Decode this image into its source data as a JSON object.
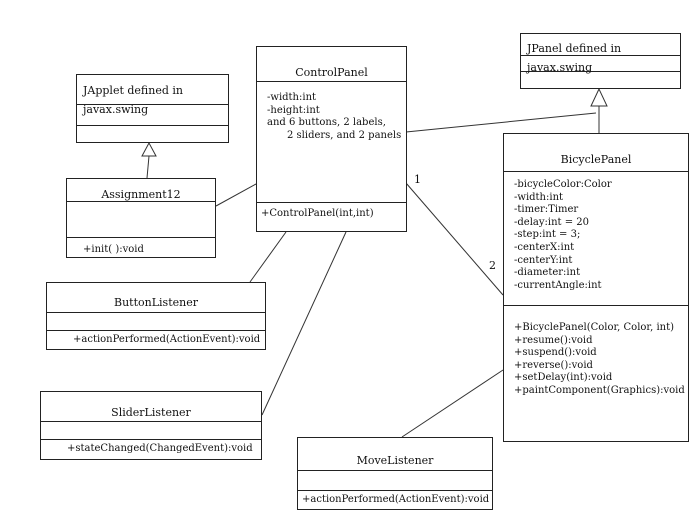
{
  "classes": {
    "japplet": {
      "name": "JApplet defined in javax.swing"
    },
    "jpanel": {
      "name": "JPanel defined in javax.swing"
    },
    "control_panel": {
      "name": "ControlPanel",
      "attributes": [
        "-width:int",
        "-height:int",
        "and 6 buttons, 2 labels,",
        "2 sliders, and 2 panels"
      ],
      "methods": [
        "+ControlPanel(int,int)"
      ]
    },
    "assignment12": {
      "name": "Assignment12",
      "methods": [
        "+init( ):void"
      ]
    },
    "bicycle_panel": {
      "name": "BicyclePanel",
      "attributes": [
        "-bicycleColor:Color",
        "-width:int",
        "-timer:Timer",
        "-delay:int = 20",
        "-step:int = 3;",
        "-centerX:int",
        "-centerY:int",
        "-diameter:int",
        "-currentAngle:int"
      ],
      "methods": [
        "+BicyclePanel(Color, Color, int)",
        "+resume():void",
        "+suspend():void",
        "+reverse():void",
        "+setDelay(int):void",
        "+paintComponent(Graphics):void"
      ]
    },
    "button_listener": {
      "name": "ButtonListener",
      "methods": [
        "+actionPerformed(ActionEvent):void"
      ]
    },
    "slider_listener": {
      "name": "SliderListener",
      "methods": [
        "+stateChanged(ChangedEvent):void"
      ]
    },
    "move_listener": {
      "name": "MoveListener",
      "methods": [
        "+actionPerformed(ActionEvent):void"
      ]
    }
  },
  "multiplicity": {
    "control_side": "1",
    "bicycle_side": "2"
  }
}
